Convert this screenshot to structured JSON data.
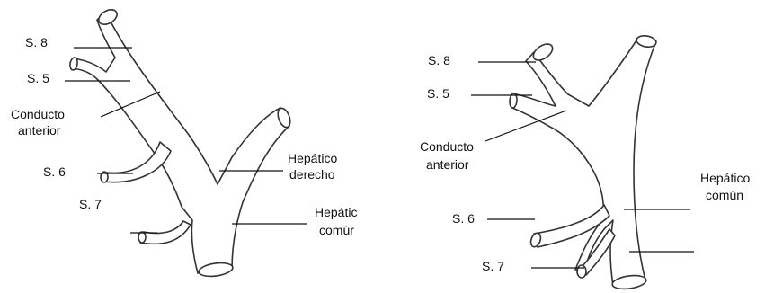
{
  "left_diagram": {
    "labels": {
      "s8": "S. 8",
      "s5": "S. 5",
      "conducto_line1": "Conducto",
      "conducto_line2": "anterior",
      "s6": "S. 6",
      "s7": "S. 7",
      "hepatico_derecho_line1": "Hepático",
      "hepatico_derecho_line2": "derecho",
      "hepatico_comun_line1": "Hepátic",
      "hepatico_comun_line2": "comúr"
    }
  },
  "right_diagram": {
    "labels": {
      "s8": "S. 8",
      "s5": "S. 5",
      "conducto_line1": "Conducto",
      "conducto_line2": "anterior",
      "hepatico_comun_line1": "Hepático",
      "hepatico_comun_line2": "común",
      "s6": "S. 6",
      "s7": "S. 7"
    }
  },
  "style": {
    "outline_color": "#333333",
    "text_color": "#111111",
    "background": "#ffffff"
  }
}
